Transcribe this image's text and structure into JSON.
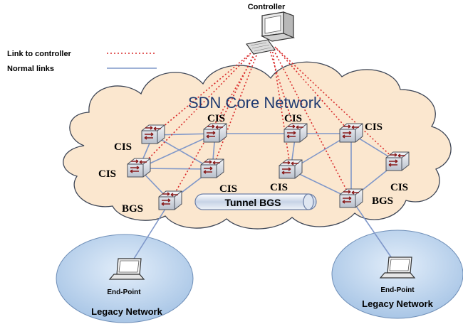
{
  "legend": {
    "controller_link_label": "Link to controller",
    "normal_link_label": "Normal links"
  },
  "controller": {
    "label": "Controller"
  },
  "core": {
    "title": "SDN Core Network"
  },
  "switches": {
    "cis_label": "CIS",
    "bgs_label": "BGS"
  },
  "tunnel": {
    "label": "Tunnel BGS"
  },
  "legacy_left": {
    "endpoint_label": "End-Point",
    "network_label": "Legacy Network"
  },
  "legacy_right": {
    "endpoint_label": "End-Point",
    "network_label": "Legacy Network"
  },
  "colors": {
    "cloud_fill": "#fbe7cf",
    "legacy_fill": "#bdd5ee",
    "controller_link": "#d92a2a",
    "normal_link": "#7f97c9",
    "switch_fill": "#dfe3ea",
    "title": "#1f3a70"
  },
  "icons": {
    "controller": "desktop-computer-icon",
    "switch": "network-switch-icon",
    "endpoint": "laptop-icon"
  }
}
